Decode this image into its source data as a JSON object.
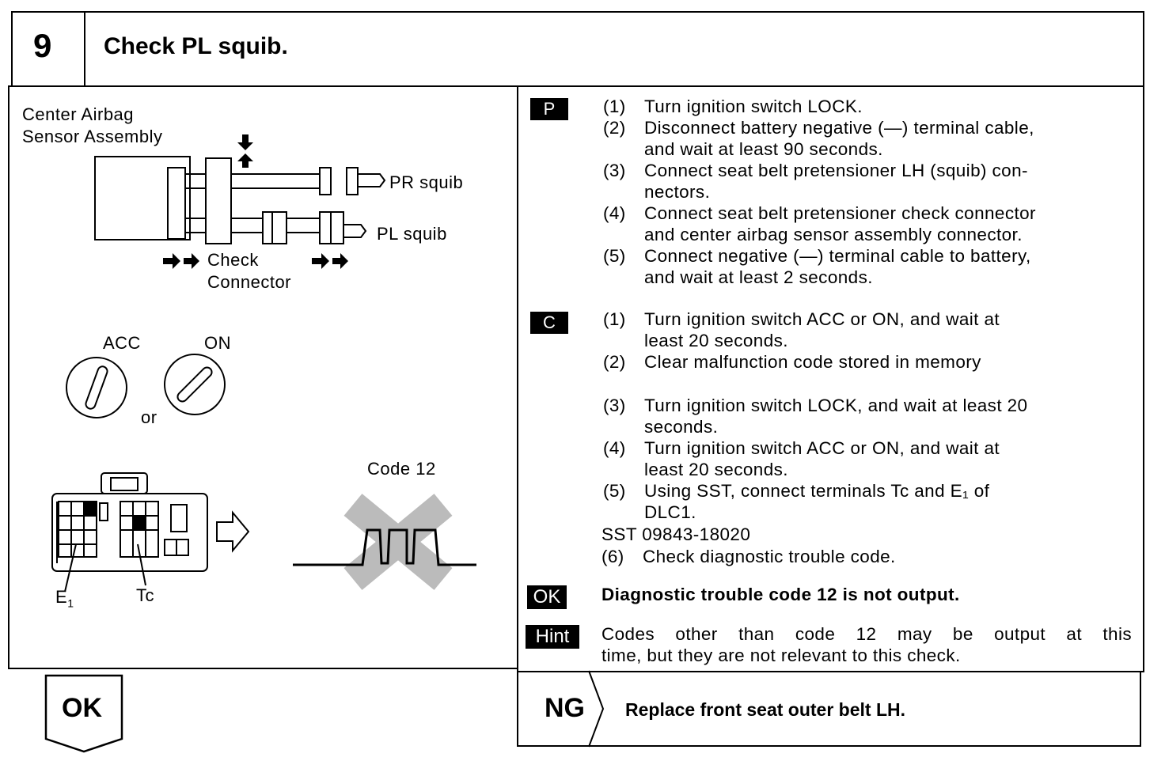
{
  "header": {
    "step_number": "9",
    "title": "Check PL squib."
  },
  "diagram": {
    "center_sensor_label_1": "Center Airbag",
    "center_sensor_label_2": "Sensor Assembly",
    "pr_squib": "PR squib",
    "pl_squib": "PL squib",
    "check_connector_1": "Check",
    "check_connector_2": "Connector",
    "acc": "ACC",
    "on": "ON",
    "or": "or",
    "code_label": "Code 12",
    "e1": "E",
    "e1_sub": "1",
    "tc": "Tc"
  },
  "prep": {
    "tag": "P",
    "steps": [
      {
        "n": "(1)",
        "lines": [
          "Turn ignition switch LOCK."
        ]
      },
      {
        "n": "(2)",
        "lines": [
          "Disconnect battery negative (—) terminal cable,",
          "and wait at least 90 seconds."
        ]
      },
      {
        "n": "(3)",
        "lines": [
          "Connect seat belt pretensioner LH (squib) con-",
          "nectors."
        ]
      },
      {
        "n": "(4)",
        "lines": [
          "Connect seat belt pretensioner check connector",
          "and center airbag sensor assembly connector."
        ]
      },
      {
        "n": "(5)",
        "lines": [
          "Connect negative (—) terminal cable to battery,",
          "and wait at least 2 seconds."
        ]
      }
    ]
  },
  "check": {
    "tag": "C",
    "steps": [
      {
        "n": "(1)",
        "lines": [
          "Turn ignition switch ACC or ON, and wait at",
          "least 20 seconds."
        ]
      },
      {
        "n": "(2)",
        "lines": [
          "Clear malfunction code stored in memory"
        ]
      },
      {
        "n": "(3)",
        "lines": [
          "Turn ignition switch LOCK, and wait at least 20",
          "seconds."
        ]
      },
      {
        "n": "(4)",
        "lines": [
          "Turn ignition switch ACC or ON, and wait at",
          "least 20 seconds."
        ]
      },
      {
        "n": "(5)",
        "lines": [
          "Using SST, connect terminals Tc and E₁ of",
          "DLC1."
        ]
      }
    ],
    "sst": "SST 09843-18020",
    "step6": {
      "n": "(6)",
      "text": "Check diagnostic trouble code."
    }
  },
  "ok": {
    "tag": "OK",
    "text": "Diagnostic trouble code 12 is not output."
  },
  "hint": {
    "tag": "Hint",
    "lines": [
      "Codes other than code 12 may be output at this",
      "time, but they are not relevant to this check."
    ]
  },
  "ng": {
    "label": "NG",
    "text": "Replace front seat outer belt LH."
  },
  "ok_arrow": {
    "label": "OK"
  }
}
